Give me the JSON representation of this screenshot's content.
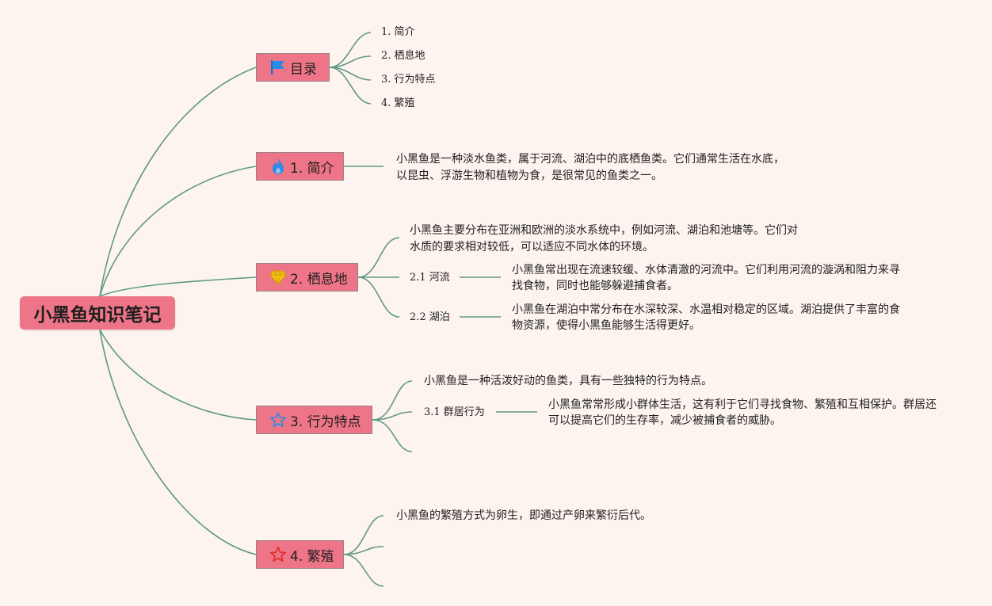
{
  "root": {
    "title": "小黑鱼知识笔记"
  },
  "topics": {
    "toc": {
      "label": "目录",
      "icon": "flag-icon",
      "items": [
        "1. 简介",
        "2. 栖息地",
        "3. 行为特点",
        "4. 繁殖"
      ]
    },
    "intro": {
      "label": "1. 简介",
      "icon": "fire-icon",
      "lines": [
        "小黑鱼是一种淡水鱼类，属于河流、湖泊中的底栖鱼类。它们通常生活在水底，",
        "以昆虫、浮游生物和植物为食，是很常见的鱼类之一。"
      ]
    },
    "habitat": {
      "label": "2. 栖息地",
      "icon": "diamond-icon",
      "lines": [
        "小黑鱼主要分布在亚洲和欧洲的淡水系统中，例如河流、湖泊和池塘等。它们对",
        "水质的要求相对较低，可以适应不同水体的环境。"
      ],
      "subs": [
        {
          "label": "2.1 河流",
          "lines": [
            "小黑鱼常出现在流速较缓、水体清澈的河流中。它们利用河流的漩涡和阻力来寻",
            "找食物，同时也能够躲避捕食者。"
          ]
        },
        {
          "label": "2.2 湖泊",
          "lines": [
            "小黑鱼在湖泊中常分布在水深较深、水温相对稳定的区域。湖泊提供了丰富的食",
            "物资源，使得小黑鱼能够生活得更好。"
          ]
        }
      ]
    },
    "behavior": {
      "label": "3. 行为特点",
      "icon": "star-outline-icon",
      "lines": [
        "小黑鱼是一种活泼好动的鱼类，具有一些独特的行为特点。"
      ],
      "subs": [
        {
          "label": "3.1 群居行为",
          "lines": [
            "小黑鱼常常形成小群体生活，这有利于它们寻找食物、繁殖和互相保护。群居还",
            "可以提高它们的生存率，减少被捕食者的威胁。"
          ]
        }
      ]
    },
    "breeding": {
      "label": "4. 繁殖",
      "icon": "star-red-icon",
      "lines": [
        "小黑鱼的繁殖方式为卵生，即通过产卵来繁衍后代。"
      ]
    }
  },
  "colors": {
    "topic_fill": "#ee7587",
    "connector": "#5e9a83",
    "background": "#fdf3ef"
  }
}
